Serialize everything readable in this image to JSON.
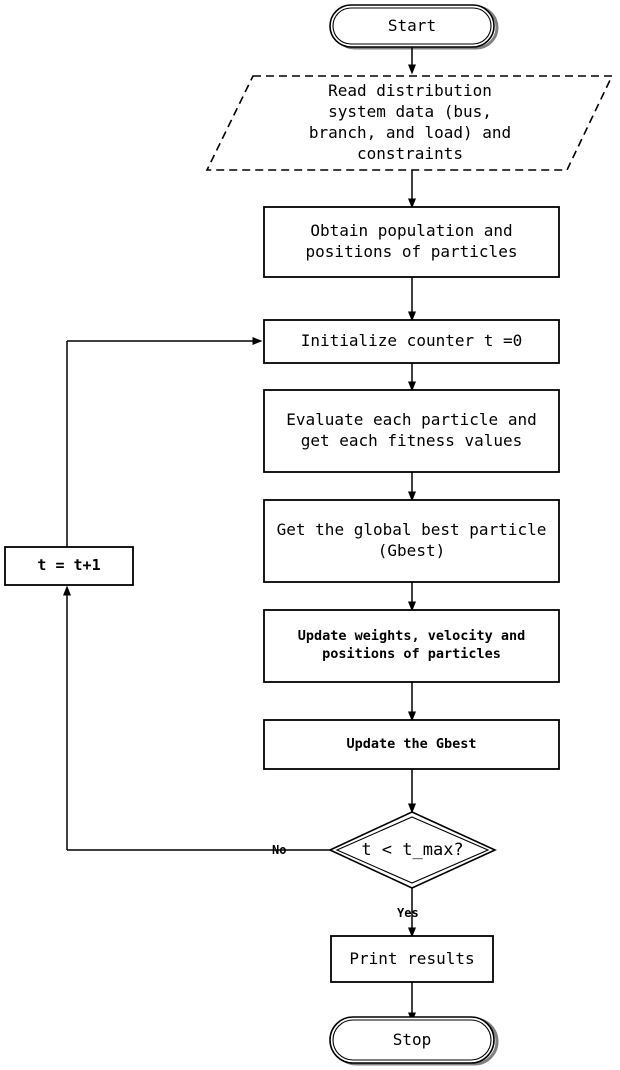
{
  "diagram": {
    "title": "Particle Swarm Optimization flowchart",
    "colors": {
      "stroke": "#000000",
      "fill": "#ffffff",
      "text": "#000000",
      "shadow": "#808080"
    },
    "nodes": {
      "start": {
        "label": "Start",
        "shape": "terminal"
      },
      "read_data": {
        "label": "Read distribution\nsystem data (bus,\nbranch, and load) and\nconstraints",
        "shape": "parallelogram-dashed"
      },
      "obtain_population": {
        "label": "Obtain population and\npositions of particles",
        "shape": "process"
      },
      "init_counter": {
        "label": "Initialize counter t =0",
        "shape": "process"
      },
      "evaluate": {
        "label": "Evaluate each particle and\nget each fitness values",
        "shape": "process"
      },
      "get_gbest": {
        "label": "Get the global best particle\n(Gbest)",
        "shape": "process"
      },
      "update_weights": {
        "label": "Update weights, velocity and\npositions of particles",
        "shape": "process"
      },
      "update_gbest": {
        "label": "Update the Gbest",
        "shape": "process"
      },
      "decision": {
        "label": "t < t_max?",
        "shape": "decision"
      },
      "increment": {
        "label": "t = t+1",
        "shape": "process"
      },
      "print_results": {
        "label": "Print results",
        "shape": "process"
      },
      "stop": {
        "label": "Stop",
        "shape": "terminal"
      }
    },
    "edge_labels": {
      "no": "No",
      "yes": "Yes"
    }
  }
}
